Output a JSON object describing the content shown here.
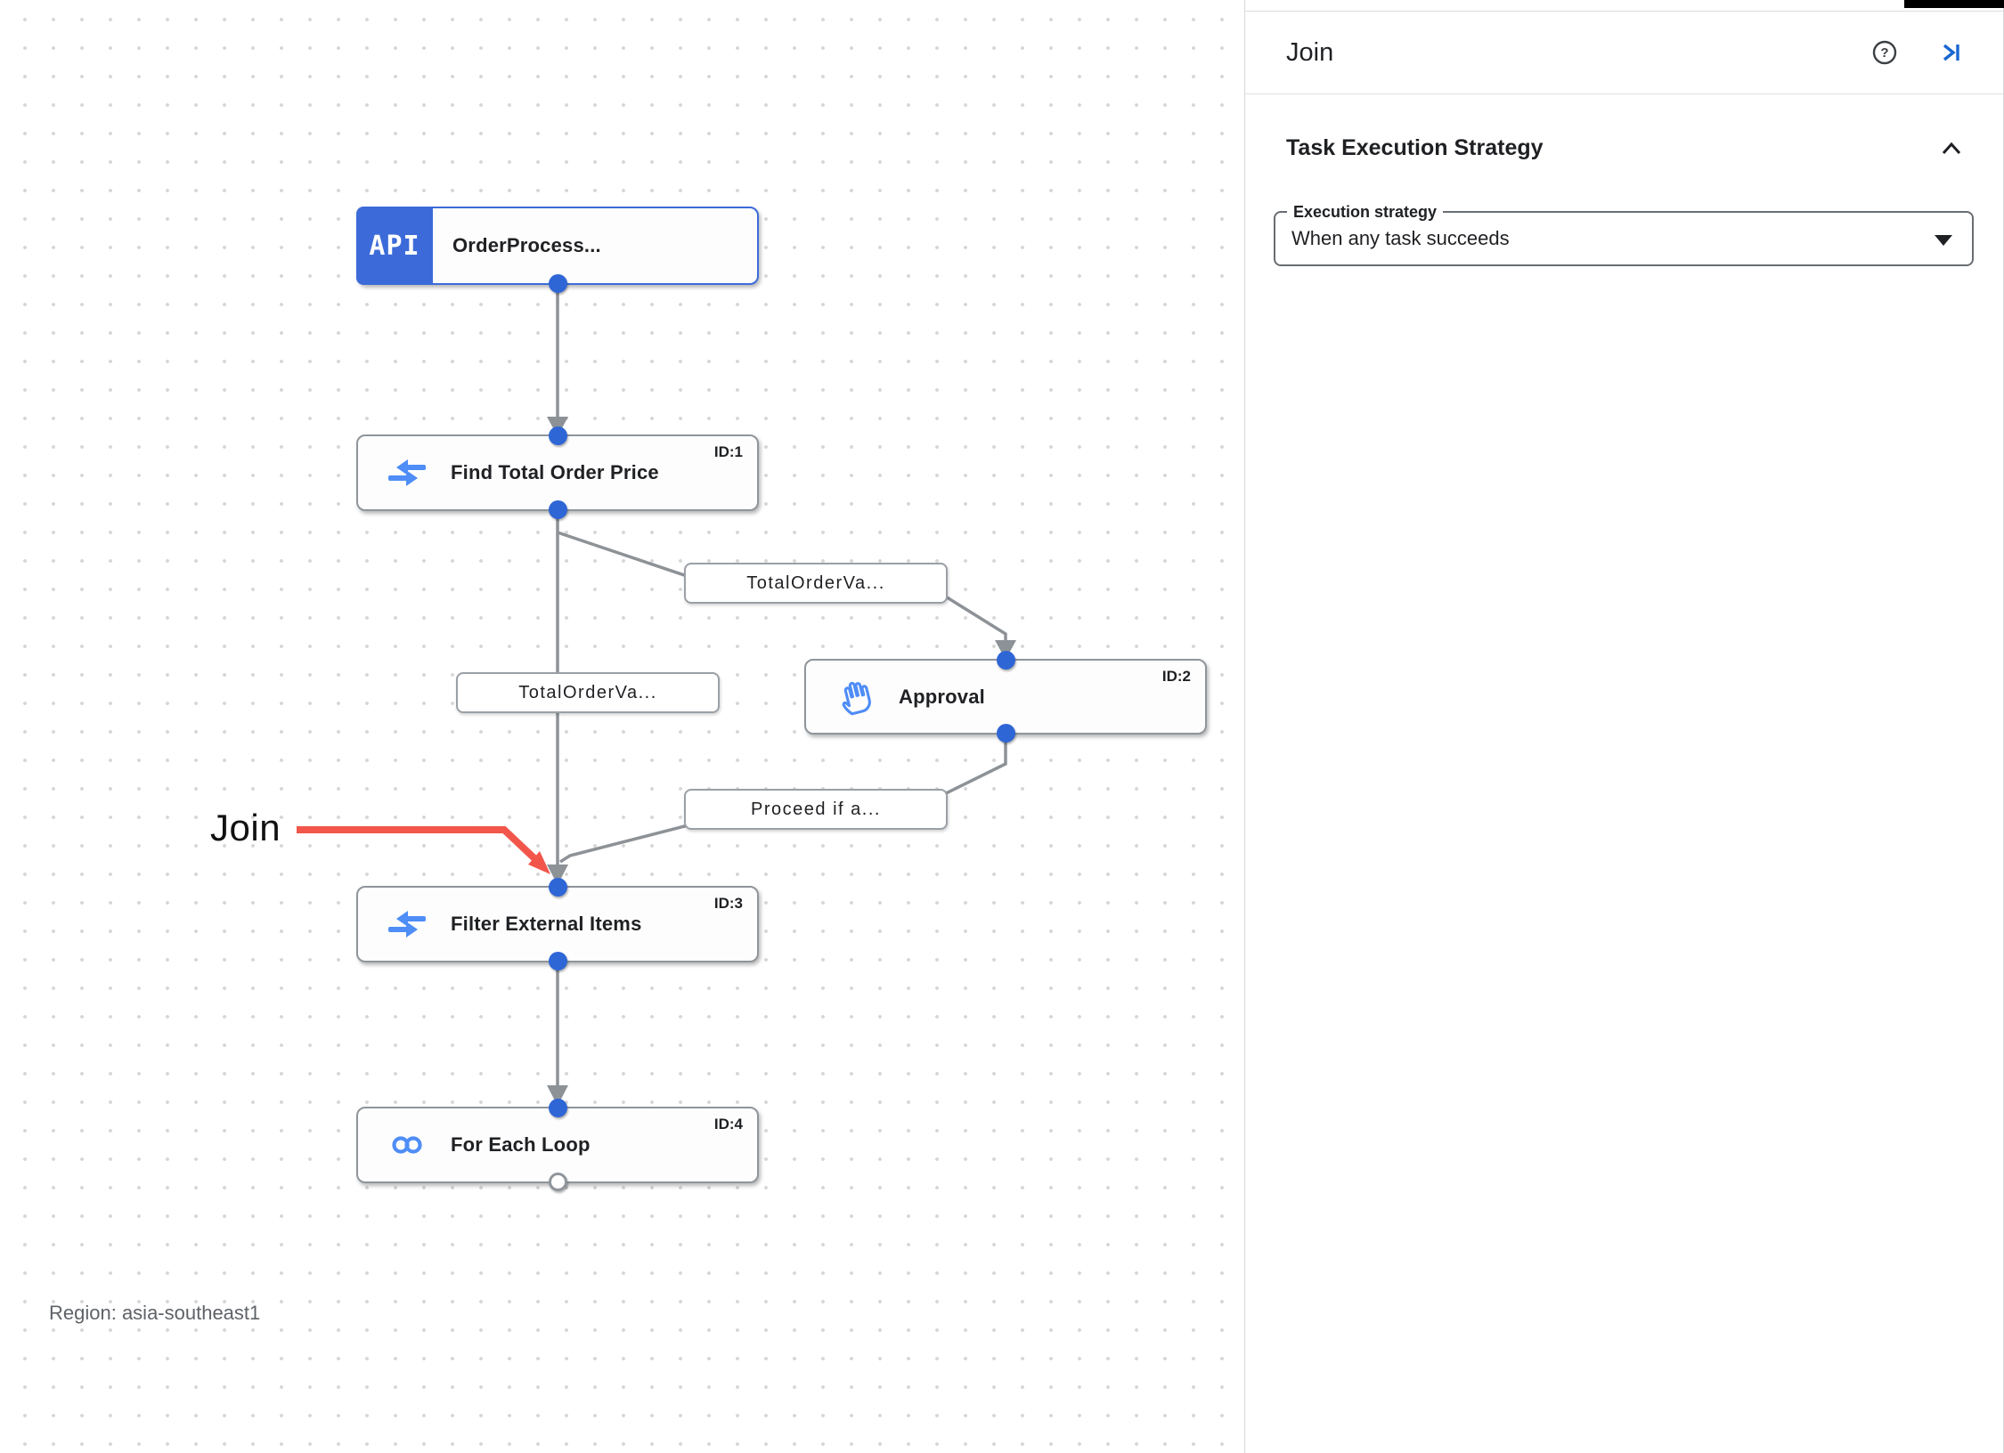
{
  "panel": {
    "title": "Join",
    "icons": {
      "help": "help-icon",
      "collapse_panel": "collapse-panel-icon"
    },
    "section": {
      "title": "Task Execution Strategy"
    },
    "dropdown": {
      "label": "Execution strategy",
      "value": "When any task succeeds"
    }
  },
  "canvas": {
    "annotation_text": "Join",
    "region_label": "Region: asia-southeast1",
    "nodes": [
      {
        "title": "OrderProcess...",
        "badge_text": "API",
        "icon": "api-badge",
        "id_label": ""
      },
      {
        "title": "Find Total Order Price",
        "icon": "data-mapping-icon",
        "id_label": "ID:1"
      },
      {
        "title": "Approval",
        "icon": "hand-icon",
        "id_label": "ID:2"
      },
      {
        "title": "Filter External Items",
        "icon": "data-mapping-icon",
        "id_label": "ID:3"
      },
      {
        "title": "For Each Loop",
        "icon": "loop-icon",
        "id_label": "ID:4"
      }
    ],
    "edge_labels": [
      "TotalOrderVa...",
      "TotalOrderVa...",
      "Proceed if a..."
    ]
  },
  "colors": {
    "trigger_blue": "#3c6bd9",
    "icon_blue": "#4f8df7",
    "port_blue": "#2f66d6",
    "edge_gray": "#8d9297",
    "annotation_red": "#f2564b",
    "text_dark": "#202124",
    "muted_gray": "#5f6368"
  }
}
